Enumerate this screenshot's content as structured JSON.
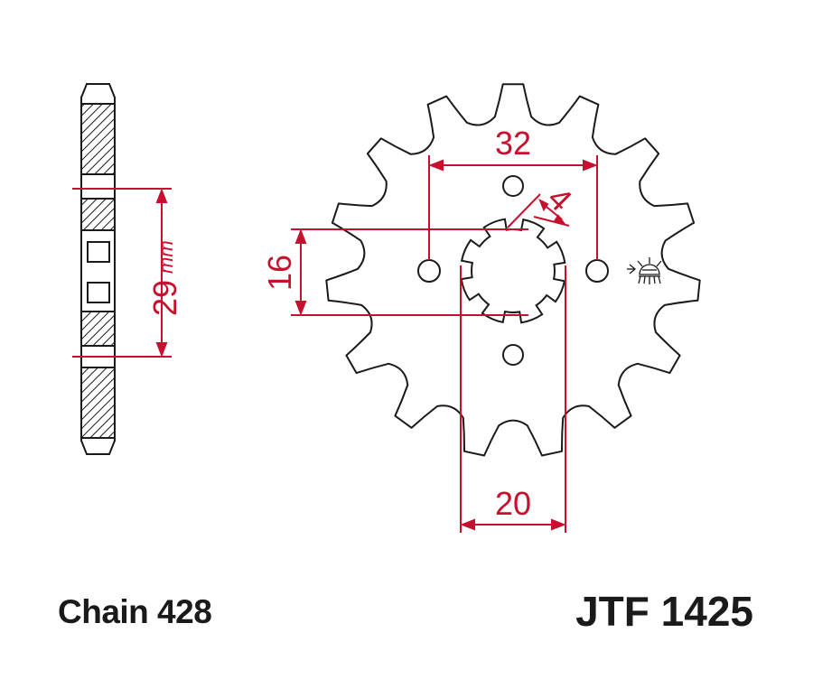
{
  "diagram": {
    "chain_label": "Chain 428",
    "part_number": "JTF 1425",
    "teeth": 15,
    "dimensions": {
      "bolt_spacing": "32",
      "hole_diameter": "4",
      "spline_width": "16",
      "bore_diameter": "20",
      "side_width_value": "29",
      "side_width_unit": "mm"
    },
    "colors": {
      "outline": "#1a1a1a",
      "dimension": "#c8102e"
    },
    "icons": {
      "grease": "grease-symbol-icon"
    }
  }
}
